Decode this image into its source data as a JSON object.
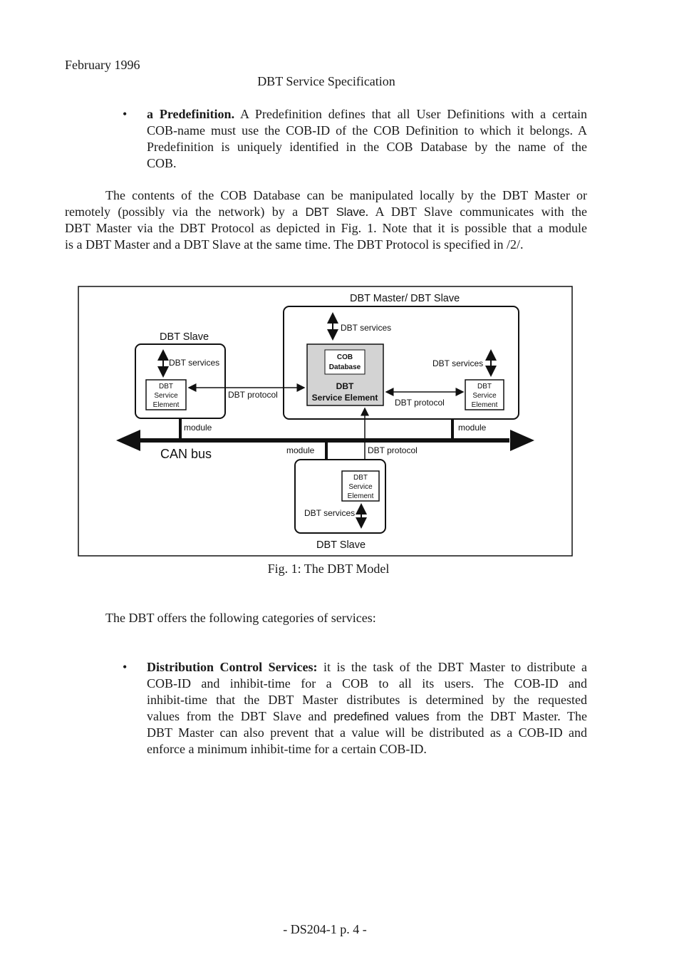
{
  "header": {
    "date": "February 1996",
    "title": "DBT Service Specification"
  },
  "bullet1": {
    "bullet": "•",
    "term": "a Predefinition.",
    "line1": "A Predefinition defines that all User Definitions with a certain",
    "line2": "COB-name must use the COB-ID of the COB Definition to which it belongs. A",
    "line3": "Predefinition is uniquely identified in the COB Database by the name of the",
    "line4": "COB."
  },
  "para1": {
    "line1": "The contents of the COB Database can be manipulated locally by the DBT Master or",
    "line2_a": "remotely (possibly via the network) by a",
    "line2_em": "DBT Slave",
    "line2_b": ". A DBT Slave communicates with the",
    "line3": "DBT Master via the DBT Protocol as depicted in Fig. 1. Note that it is possible that a module",
    "line4": "is a DBT Master and a DBT Slave at the same time. The DBT Protocol is specified in /2/."
  },
  "diagram": {
    "master_title": "DBT Master/ DBT Slave",
    "slave_left_title": "DBT Slave",
    "slave_bottom_title": "DBT Slave",
    "dbt_services": "DBT services",
    "cob_line1": "COB",
    "cob_line2": "Database",
    "dbt": "DBT",
    "service_element": "Service Element",
    "service": "Service",
    "element": "Element",
    "dbt_protocol": "DBT protocol",
    "module": "module",
    "can_bus": "CAN bus"
  },
  "figure_caption": "Fig. 1: The DBT Model",
  "para2": "The DBT offers the following categories of services:",
  "bullet2": {
    "bullet": "•",
    "term": "Distribution Control Services:",
    "line1": "it is the task of the DBT Master to distribute a",
    "line2": "COB-ID and inhibit-time for a COB to all its users. The COB-ID and",
    "line3": "inhibit-time that the DBT Master distributes is determined by the requested",
    "line4_a": "values from the DBT Slave and",
    "line4_em": "predefined values",
    "line4_b": "from the DBT Master. The",
    "line5": "DBT Master can also prevent that a value will be distributed as a COB-ID and",
    "line6": "enforce a minimum inhibit-time for a certain COB-ID."
  },
  "footer": {
    "page": "- DS204-1 p. 4 -"
  },
  "colors": {
    "text": "#1a1a1a",
    "box_fill_gray": "#d3d3d3"
  }
}
